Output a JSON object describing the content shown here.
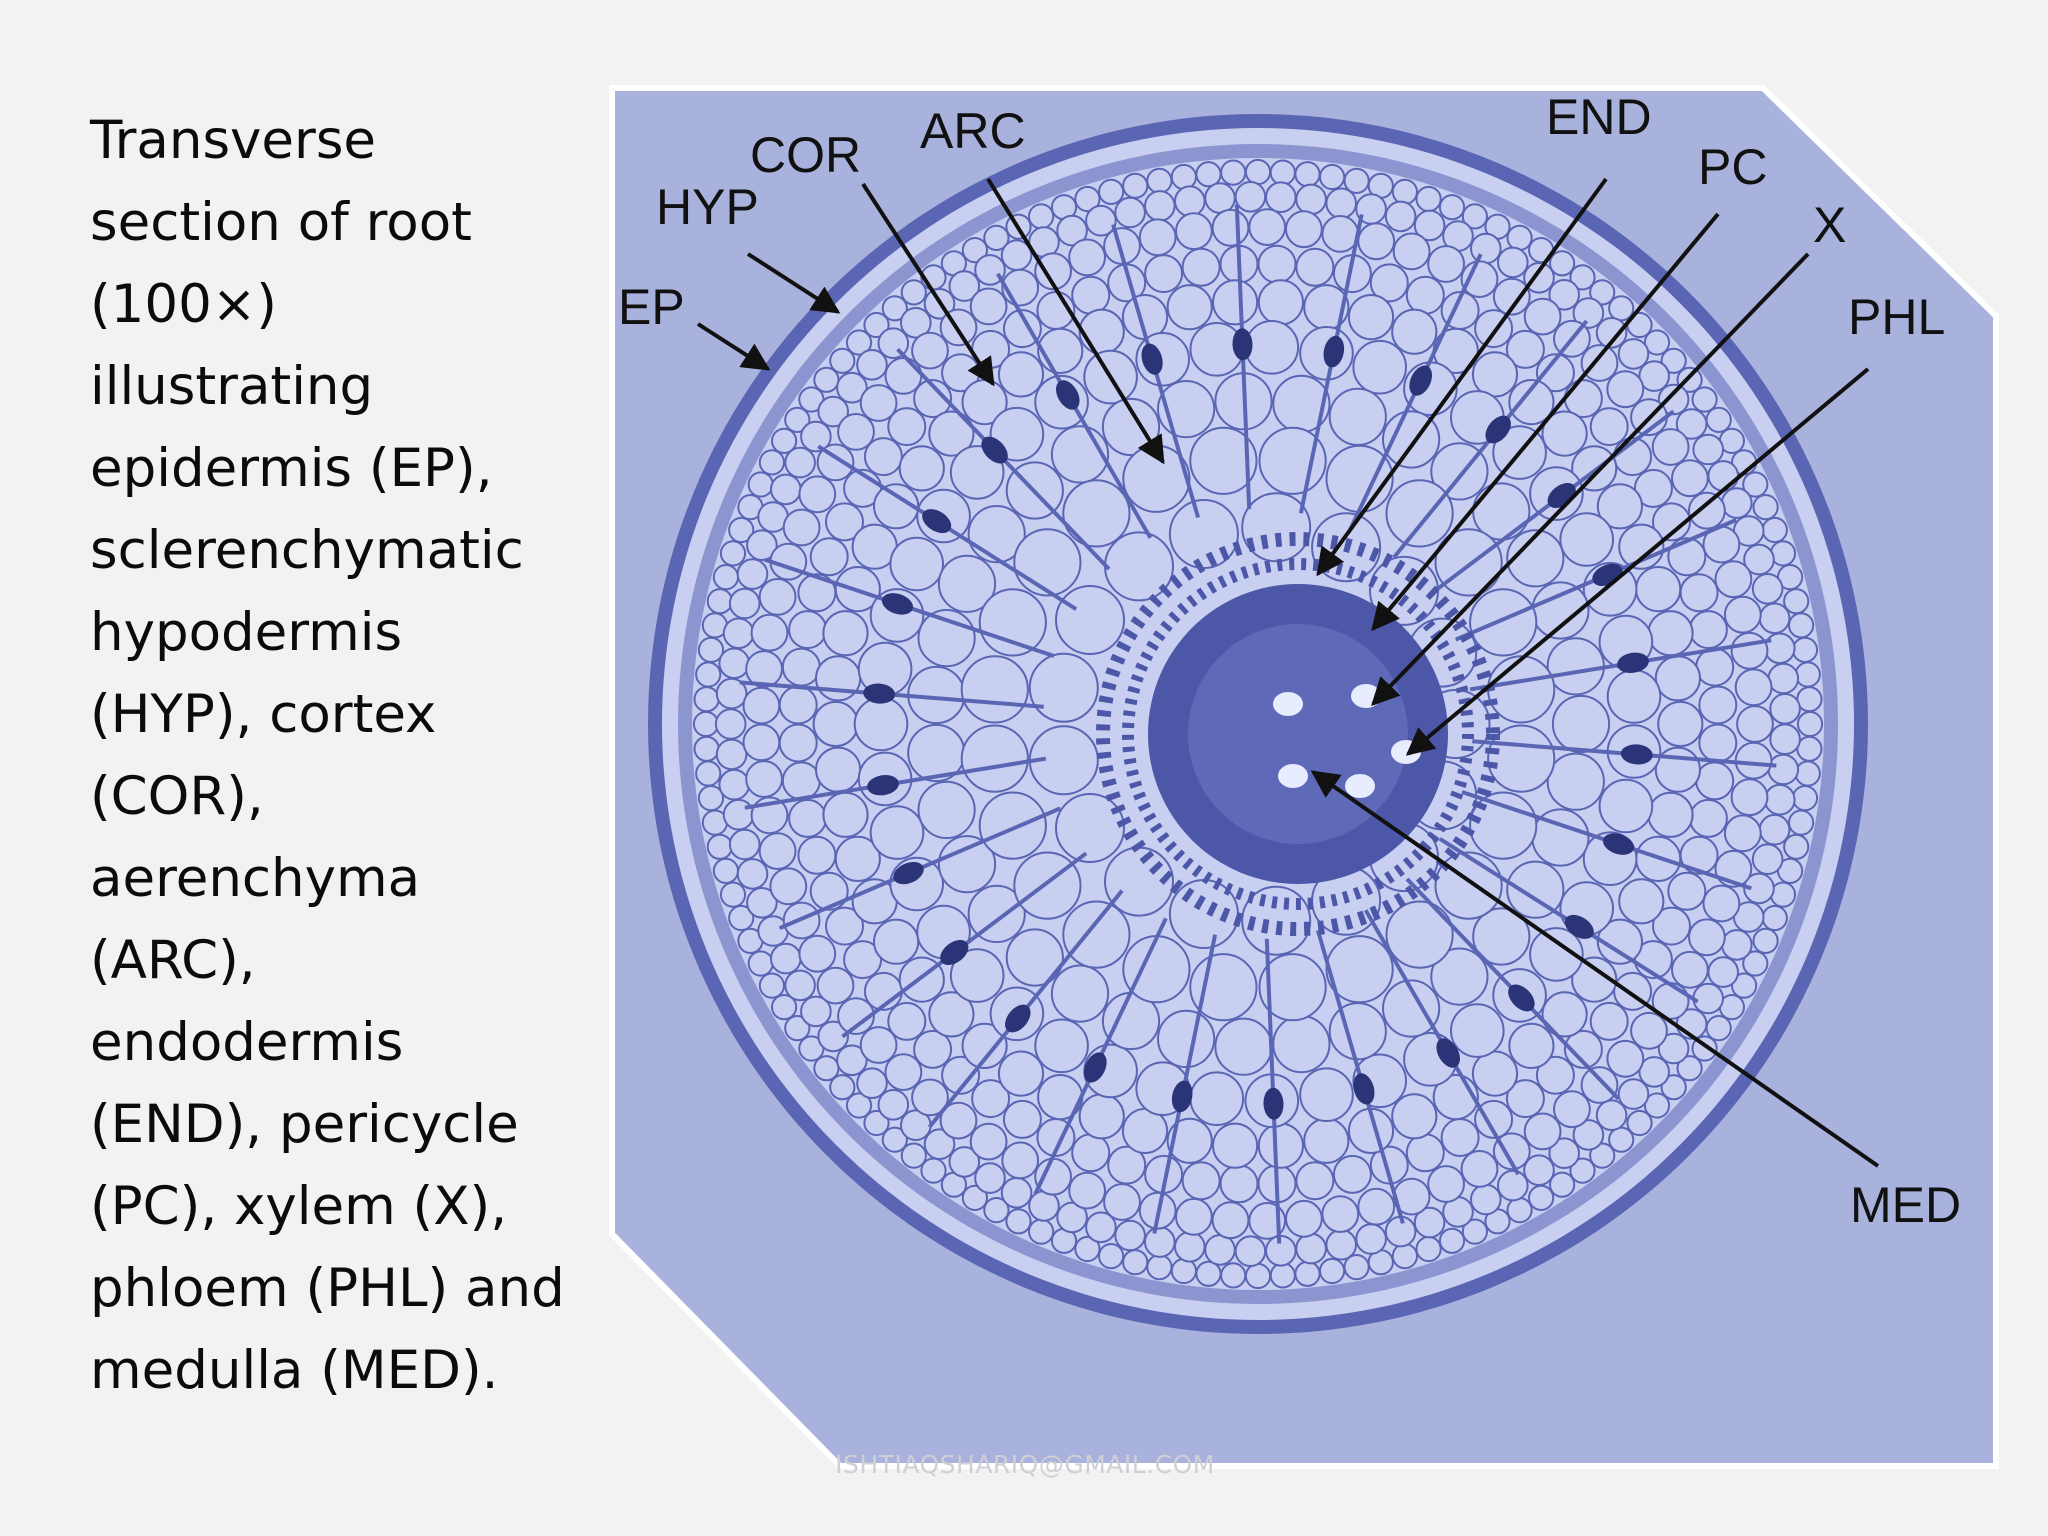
{
  "caption": {
    "lines": [
      "Transverse",
      "section of root",
      "(100×)",
      "illustrating",
      "epidermis (EP),",
      "sclerenchymatic",
      "hypodermis",
      "(HYP), cortex",
      "(COR),",
      "aerenchyma",
      "(ARC),",
      "endodermis",
      "(END), pericycle",
      "(PC), xylem (X),",
      "phloem (PHL) and",
      "medulla (MED)."
    ]
  },
  "figure": {
    "labels": {
      "ep": "EP",
      "hyp": "HYP",
      "cor": "COR",
      "arc": "ARC",
      "end": "END",
      "pc": "PC",
      "x": "X",
      "phl": "PHL",
      "med": "MED"
    },
    "colors": {
      "background": "#a9b2dc",
      "tissue": "#5a66b4",
      "cell_fill": "#c9cff0",
      "stele": "#4c57a8"
    }
  },
  "footer": {
    "watermark": "ISHTIAQSHARIQ@GMAIL.COM"
  }
}
